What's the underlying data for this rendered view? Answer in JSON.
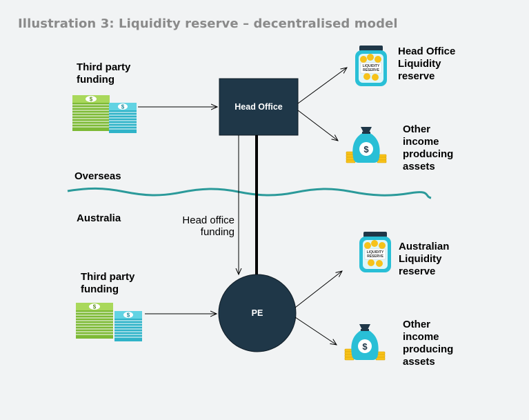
{
  "title": "Illustration 3: Liquidity reserve – decentralised model",
  "regions": {
    "overseas": "Overseas",
    "australia": "Australia"
  },
  "nodes": {
    "head_office": "Head Office",
    "pe": "PE"
  },
  "edge_labels": {
    "head_office_funding_line1": "Head office",
    "head_office_funding_line2": "funding"
  },
  "top": {
    "third_party_line1": "Third party",
    "third_party_line2": "funding",
    "reserve_line1": "Head Office",
    "reserve_line2": "Liquidity",
    "reserve_line3": "reserve",
    "assets_line1": "Other",
    "assets_line2": "income",
    "assets_line3": "producing",
    "assets_line4": "assets"
  },
  "bottom": {
    "third_party_line1": "Third party",
    "third_party_line2": "funding",
    "reserve_line1": "Australian",
    "reserve_line2": "Liquidity",
    "reserve_line3": "reserve",
    "assets_line1": "Other",
    "assets_line2": "income",
    "assets_line3": "producing",
    "assets_line4": "assets"
  },
  "jar_label_line1": "LIQUIDITY",
  "jar_label_line2": "RESERVE",
  "money_bag_symbol": "$",
  "icons": [
    "cash-stack-icon",
    "money-jar-icon",
    "money-bag-icon"
  ],
  "colors": {
    "node": "#1f3748",
    "wave": "#2b9a9a",
    "cash_green": "#8cc63f",
    "cash_teal": "#3fc1d3",
    "jar": "#29bfd6",
    "coin": "#f7c21a",
    "title": "#8a8a8a"
  }
}
